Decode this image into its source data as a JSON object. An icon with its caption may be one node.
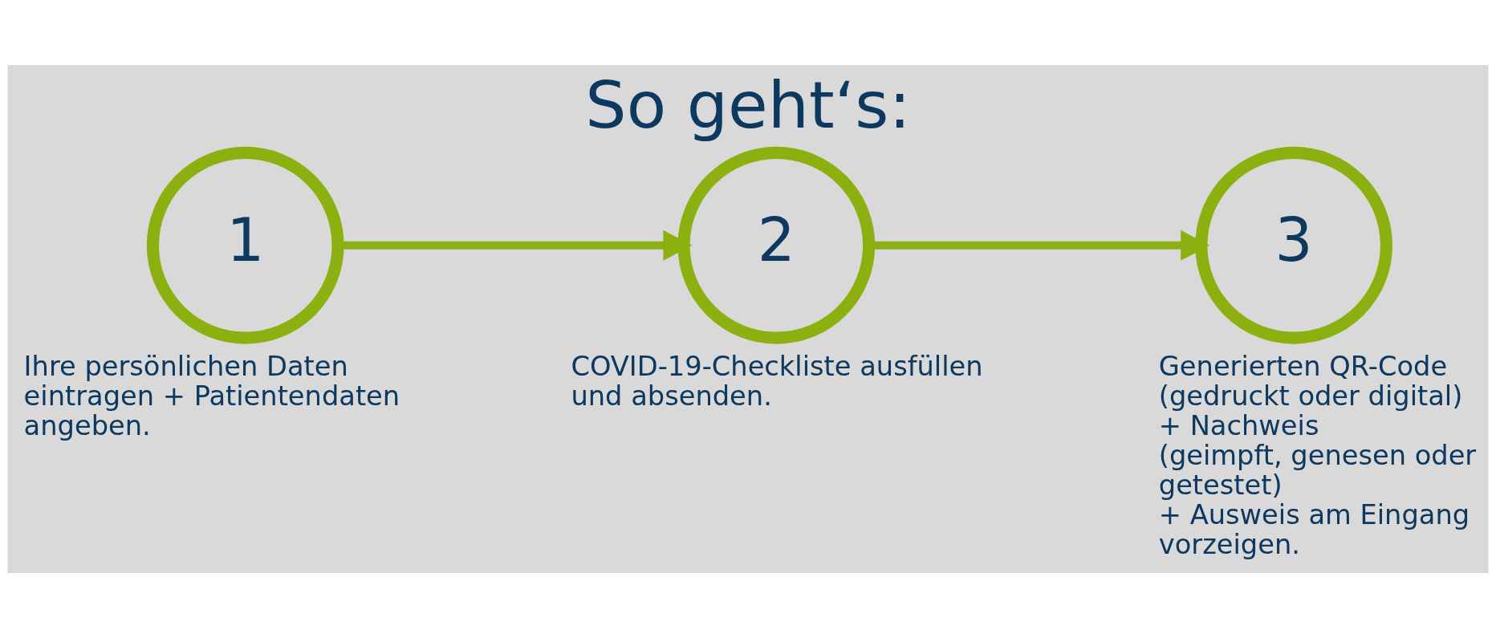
{
  "diagram": {
    "title": "So geht‘s:",
    "nodes": [
      {
        "text": [
          "1"
        ],
        "beside": [
          "Ihre persönlichen Daten eintragen + Patientendaten angeben."
        ]
      },
      {
        "text": [
          "2"
        ],
        "beside": [
          "COVID-19-Checkliste ausfüllen und absenden."
        ]
      },
      {
        "text": [
          "3"
        ],
        "beside": [
          "Generierten QR-Code",
          "(gedruckt oder digital)",
          "+ Nachweis",
          "(geimpft, genesen oder getestet)",
          "+ Ausweis am Eingang vorzeigen."
        ]
      }
    ],
    "edges": [
      {
        "from": 0,
        "to": 1,
        "arrow": "to",
        "color": "#8cb010"
      },
      {
        "from": 1,
        "to": 2,
        "arrow": "to",
        "color": "#8cb010"
      }
    ]
  }
}
